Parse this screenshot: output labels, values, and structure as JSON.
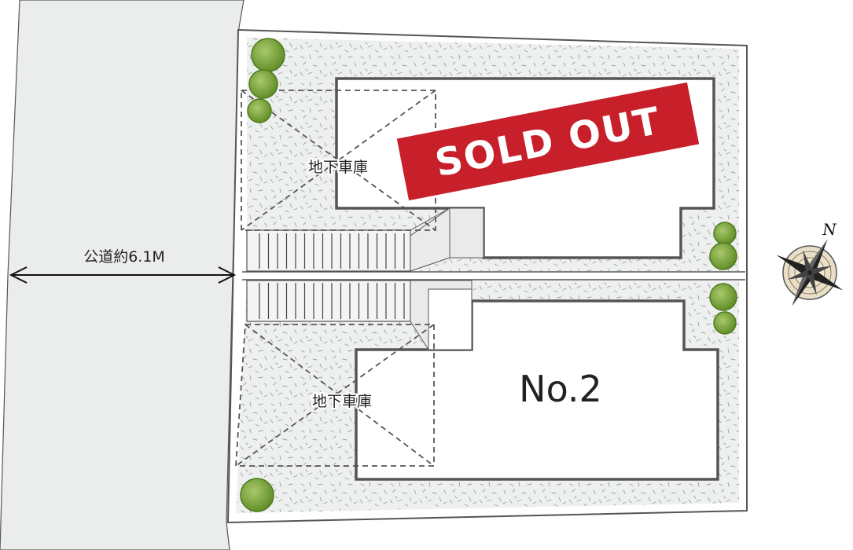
{
  "labels": {
    "road": "公道約6.1M",
    "garage_upper": "地下車庫",
    "garage_lower": "地下車庫",
    "lot_no2": "No.2",
    "sold_out": "SOLD OUT",
    "compass_north": "N"
  },
  "colors": {
    "road": "#ebedec",
    "lot": "#eef0ef",
    "outline": "#555555",
    "sold_banner": "#c8202a",
    "tree": "#7aa33a",
    "tree_dark": "#4e7a1e"
  },
  "icons": {
    "compass": "compass-rose-icon",
    "tree": "tree-icon"
  }
}
